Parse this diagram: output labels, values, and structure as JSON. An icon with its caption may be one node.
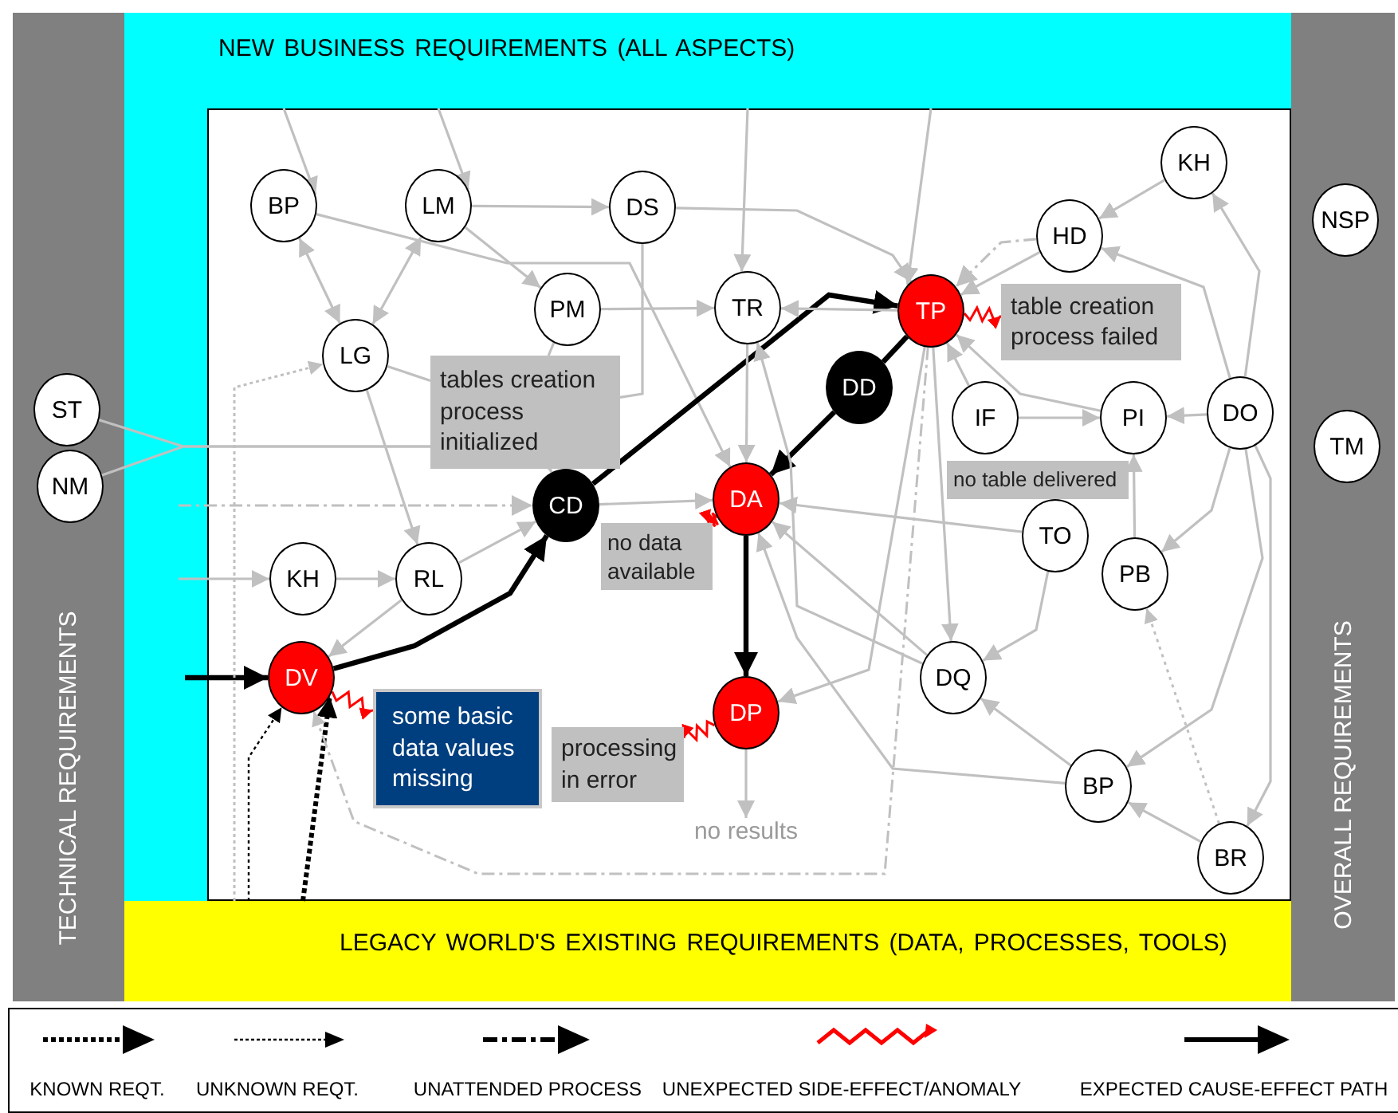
{
  "diagram": {
    "nodes": [
      {
        "text": [
          "TECHNICAL REQUIREMENTS"
        ]
      },
      {
        "text": [
          "NEW BUSINESS REQUIREMENTS (ALL ASPECTS)"
        ]
      },
      {
        "text": [
          "LEGACY WORLD'S EXISTING REQUIREMENTS (DATA, PROCESSES, TOOLS)"
        ]
      },
      {
        "text": [
          "OVERALL REQUIREMENTS"
        ]
      },
      {
        "text": [
          "BP"
        ]
      },
      {
        "text": [
          "LM"
        ]
      },
      {
        "text": [
          "DS"
        ]
      },
      {
        "text": [
          "KH"
        ]
      },
      {
        "text": [
          "HD"
        ]
      },
      {
        "text": [
          "NSP"
        ],
        "in": 3
      },
      {
        "text": [
          "PM"
        ]
      },
      {
        "text": [
          "TR"
        ]
      },
      {
        "text": [
          "TP"
        ]
      },
      {
        "text": [
          "table creation process failed"
        ]
      },
      {
        "text": [
          "LG"
        ]
      },
      {
        "text": [
          "tables creation process initialized"
        ]
      },
      {
        "text": [
          "DD"
        ]
      },
      {
        "text": [
          "ST"
        ],
        "in": 0
      },
      {
        "text": [
          "IF"
        ]
      },
      {
        "text": [
          "PI"
        ]
      },
      {
        "text": [
          "DO"
        ]
      },
      {
        "text": [
          "no table delivered"
        ]
      },
      {
        "text": [
          "TM"
        ],
        "in": 3
      },
      {
        "text": [
          "NM"
        ],
        "in": 0
      },
      {
        "text": [
          "CD"
        ]
      },
      {
        "text": [
          "DA"
        ]
      },
      {
        "text": [
          "TO"
        ]
      },
      {
        "text": [
          "no data available"
        ]
      },
      {
        "text": [
          "KH"
        ]
      },
      {
        "text": [
          "RL"
        ]
      },
      {
        "text": [
          "PB"
        ]
      },
      {
        "text": [
          "DV"
        ]
      },
      {
        "text": [
          "DQ"
        ]
      },
      {
        "text": [
          "some basic data values missing"
        ]
      },
      {
        "text": [
          "DP"
        ]
      },
      {
        "text": [
          "processing in error"
        ]
      },
      {
        "text": [
          "BP"
        ]
      },
      {
        "text": [
          "no results"
        ]
      },
      {
        "text": [
          "BR"
        ]
      }
    ],
    "edges": [
      {
        "from": 1,
        "to": 4,
        "arrow": "to"
      },
      {
        "from": 1,
        "to": 5,
        "arrow": "to"
      },
      {
        "from": 1,
        "to": 11,
        "arrow": "to"
      },
      {
        "from": 1,
        "to": 12,
        "arrow": "to"
      },
      {
        "from": null,
        "to": 24,
        "arrow": "to",
        "style": "dashed"
      },
      {
        "from": null,
        "to": 28,
        "arrow": "to"
      },
      {
        "from": null,
        "to": 31,
        "arrow": "to",
        "style": "thick",
        "color": "#000000"
      },
      {
        "from": 17,
        "to": 15,
        "arrow": "none"
      },
      {
        "from": 23,
        "to": 15,
        "arrow": "none"
      },
      {
        "from": 2,
        "to": 31,
        "arrow": "to",
        "style": "dashed",
        "color": "#000000"
      },
      {
        "from": 2,
        "to": 31,
        "arrow": "to",
        "style": "dashed",
        "color": "#000000"
      },
      {
        "from": 2,
        "to": 14,
        "arrow": "to",
        "style": "dashed"
      },
      {
        "from": 4,
        "to": 14,
        "arrow": "both"
      },
      {
        "from": 5,
        "to": 14,
        "arrow": "both"
      },
      {
        "from": 5,
        "to": 6,
        "arrow": "to"
      },
      {
        "from": 5,
        "to": 10,
        "arrow": "to"
      },
      {
        "from": 10,
        "to": 11,
        "arrow": "to"
      },
      {
        "from": 6,
        "to": 12,
        "arrow": "to"
      },
      {
        "from": 6,
        "to": 15,
        "arrow": "none"
      },
      {
        "from": 10,
        "to": 15,
        "arrow": "none"
      },
      {
        "from": 14,
        "to": 15,
        "arrow": "none"
      },
      {
        "from": 15,
        "to": 24,
        "arrow": "to"
      },
      {
        "from": 14,
        "to": 29,
        "arrow": "to"
      },
      {
        "from": 4,
        "to": 25,
        "arrow": "to"
      },
      {
        "from": 28,
        "to": 29,
        "arrow": "to"
      },
      {
        "from": 29,
        "to": 24,
        "arrow": "to"
      },
      {
        "from": 29,
        "to": 31,
        "arrow": "to"
      },
      {
        "from": 31,
        "to": 24,
        "arrow": "to",
        "style": "thick",
        "color": "#000000"
      },
      {
        "from": 24,
        "to": 12,
        "arrow": "to",
        "style": "thick",
        "color": "#000000"
      },
      {
        "from": 24,
        "to": 25,
        "arrow": "to"
      },
      {
        "from": 11,
        "to": 25,
        "arrow": "to"
      },
      {
        "from": 12,
        "to": 11,
        "arrow": "to"
      },
      {
        "from": 12,
        "to": 16,
        "arrow": "none",
        "style": "thick",
        "color": "#000000"
      },
      {
        "from": 16,
        "to": 25,
        "arrow": "to",
        "style": "thick",
        "color": "#000000"
      },
      {
        "from": 25,
        "to": 34,
        "arrow": "to",
        "style": "thick",
        "color": "#000000"
      },
      {
        "from": 34,
        "to": 37,
        "arrow": "to"
      },
      {
        "from": 12,
        "to": 13,
        "arrow": "to",
        "color": "#ff0000"
      },
      {
        "from": 25,
        "to": 27,
        "arrow": "to",
        "color": "#ff0000"
      },
      {
        "from": 31,
        "to": 33,
        "arrow": "to",
        "color": "#ff0000"
      },
      {
        "from": 34,
        "to": 35,
        "arrow": "to",
        "color": "#ff0000"
      },
      {
        "from": 7,
        "to": 8,
        "arrow": "to"
      },
      {
        "from": 8,
        "to": 12,
        "arrow": "to"
      },
      {
        "from": 8,
        "to": 12,
        "arrow": "to",
        "style": "dashed"
      },
      {
        "from": 19,
        "to": 12,
        "arrow": "to"
      },
      {
        "from": 18,
        "to": 12,
        "arrow": "to"
      },
      {
        "from": 20,
        "to": 8,
        "arrow": "to"
      },
      {
        "from": 20,
        "to": 7,
        "arrow": "to"
      },
      {
        "from": 20,
        "to": 19,
        "arrow": "to"
      },
      {
        "from": 18,
        "to": 19,
        "arrow": "to"
      },
      {
        "from": 20,
        "to": 30,
        "arrow": "to"
      },
      {
        "from": 30,
        "to": 19,
        "arrow": "to"
      },
      {
        "from": 20,
        "to": 36,
        "arrow": "to"
      },
      {
        "from": 20,
        "to": 38,
        "arrow": "to"
      },
      {
        "from": 38,
        "to": 36,
        "arrow": "to"
      },
      {
        "from": 38,
        "to": 30,
        "arrow": "to",
        "style": "dashed"
      },
      {
        "from": 36,
        "to": 32,
        "arrow": "to"
      },
      {
        "from": 36,
        "to": 25,
        "arrow": "to"
      },
      {
        "from": 26,
        "to": 25,
        "arrow": "to"
      },
      {
        "from": 26,
        "to": 32,
        "arrow": "to"
      },
      {
        "from": 12,
        "to": 32,
        "arrow": "to"
      },
      {
        "from": 12,
        "to": 34,
        "arrow": "to"
      },
      {
        "from": 12,
        "to": 31,
        "arrow": "to",
        "style": "dashed"
      },
      {
        "from": 32,
        "to": 25,
        "arrow": "to"
      },
      {
        "from": 32,
        "to": 11,
        "arrow": "to"
      }
    ],
    "legend": [
      {
        "text": "KNOWN REQT."
      },
      {
        "text": "UNKNOWN REQT."
      },
      {
        "text": "UNATTENDED PROCESS"
      },
      {
        "text": "UNEXPECTED SIDE-EFFECT/ANOMALY"
      },
      {
        "text": "EXPECTED CAUSE-EFFECT PATH"
      }
    ]
  }
}
